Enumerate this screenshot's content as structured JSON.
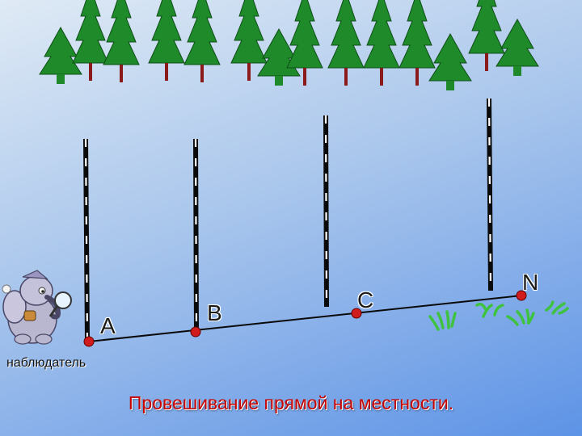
{
  "points": {
    "a_label": "A",
    "b_label": "B",
    "c_label": "C",
    "n_label": "N"
  },
  "observer_label": "наблюдатель",
  "caption": "Провешивание прямой на местности.",
  "colors": {
    "line": "#0a0a0a",
    "point_fill": "#d01c1c",
    "caption": "#c40000",
    "tree": "#1e8a2a",
    "trunk": "#8b1a1a",
    "grass": "#3fc23f"
  },
  "icons": [
    "tree-icon",
    "elephant-observer-icon",
    "grass-tuft-icon",
    "survey-pole-icon"
  ]
}
